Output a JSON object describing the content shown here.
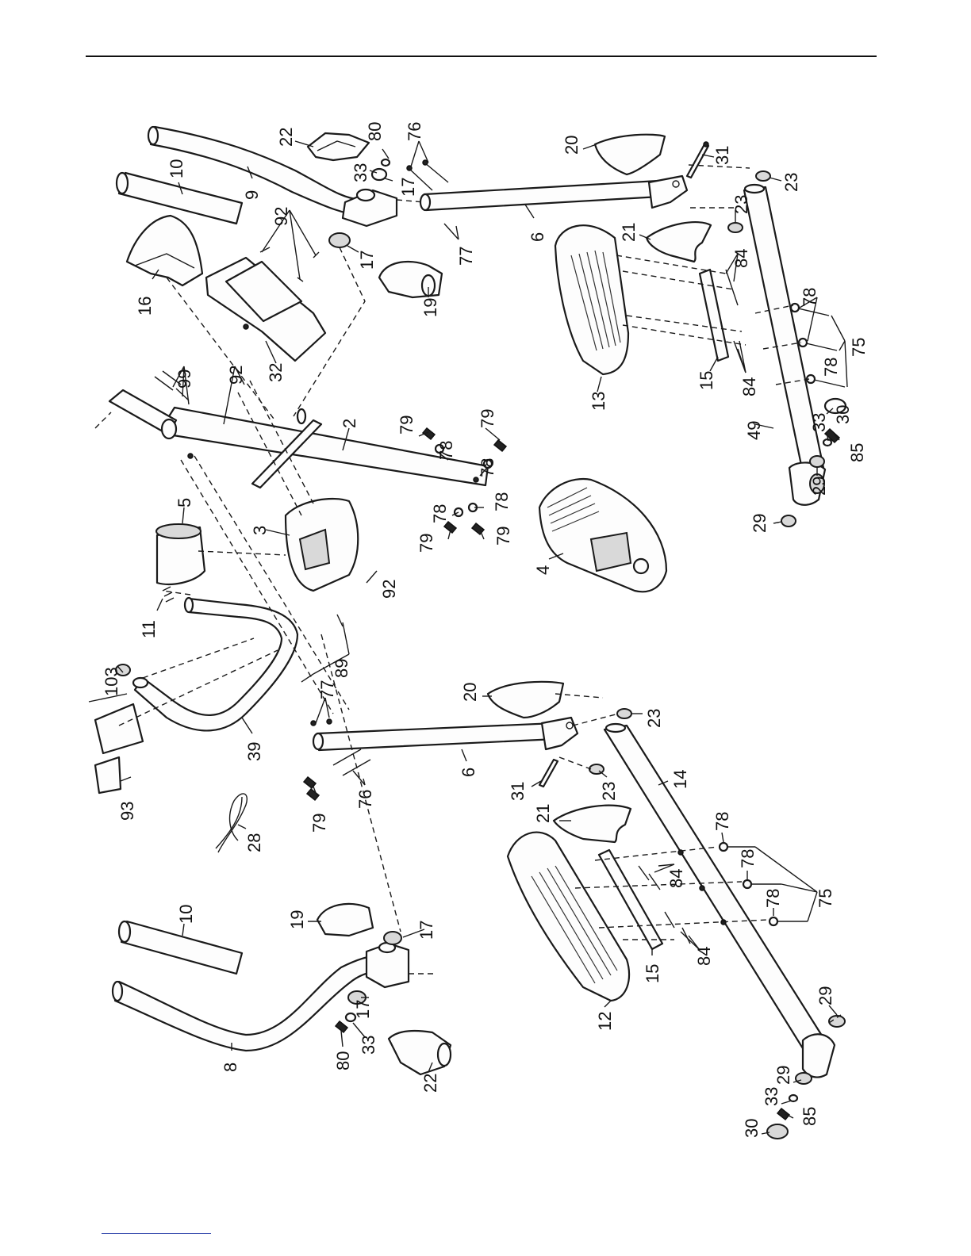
{
  "diagram": {
    "type": "exploded-parts-view",
    "callouts": {
      "c_22a": "22",
      "c_80a": "80",
      "c_76a": "76",
      "c_33a": "33",
      "c_17a": "17",
      "c_10a": "10",
      "c_9": "9",
      "c_20a": "20",
      "c_31a": "31",
      "c_23a": "23",
      "c_23b": "23",
      "c_6a": "6",
      "c_21a": "21",
      "c_17b": "17",
      "c_92a": "92",
      "c_77a": "77",
      "c_16": "16",
      "c_19a": "19",
      "c_84a": "84",
      "c_78a": "78",
      "c_99": "99",
      "c_92b": "92",
      "c_32": "32",
      "c_2": "2",
      "c_13": "13",
      "c_15a": "15",
      "c_84b": "84",
      "c_78b": "78",
      "c_75a": "75",
      "c_30a": "30",
      "c_79a": "79",
      "c_79b": "79",
      "c_78c": "78",
      "c_78d": "78",
      "c_49": "49",
      "c_33b": "33",
      "c_85a": "85",
      "c_5": "5",
      "c_3": "3",
      "c_78e": "78",
      "c_78f": "78",
      "c_79c": "79",
      "c_79d": "79",
      "c_29a": "29",
      "c_29b": "29",
      "c_4": "4",
      "c_92c": "92",
      "c_11": "11",
      "c_103": "103",
      "c_89": "89",
      "c_20b": "20",
      "c_23c": "23",
      "c_77b": "77",
      "c_93": "93",
      "c_39": "39",
      "c_6b": "6",
      "c_31b": "31",
      "c_23d": "23",
      "c_14": "14",
      "c_79e": "79",
      "c_76b": "76",
      "c_28": "28",
      "c_21b": "21",
      "c_78g": "78",
      "c_84c": "84",
      "c_78h": "78",
      "c_75b": "75",
      "c_78i": "78",
      "c_10b": "10",
      "c_19b": "19",
      "c_17c": "17",
      "c_15b": "15",
      "c_84d": "84",
      "c_12": "12",
      "c_29c": "29",
      "c_17d": "17",
      "c_8": "8",
      "c_80b": "80",
      "c_33c": "33",
      "c_22b": "22",
      "c_29d": "29",
      "c_33d": "33",
      "c_85b": "85",
      "c_30b": "30"
    }
  }
}
